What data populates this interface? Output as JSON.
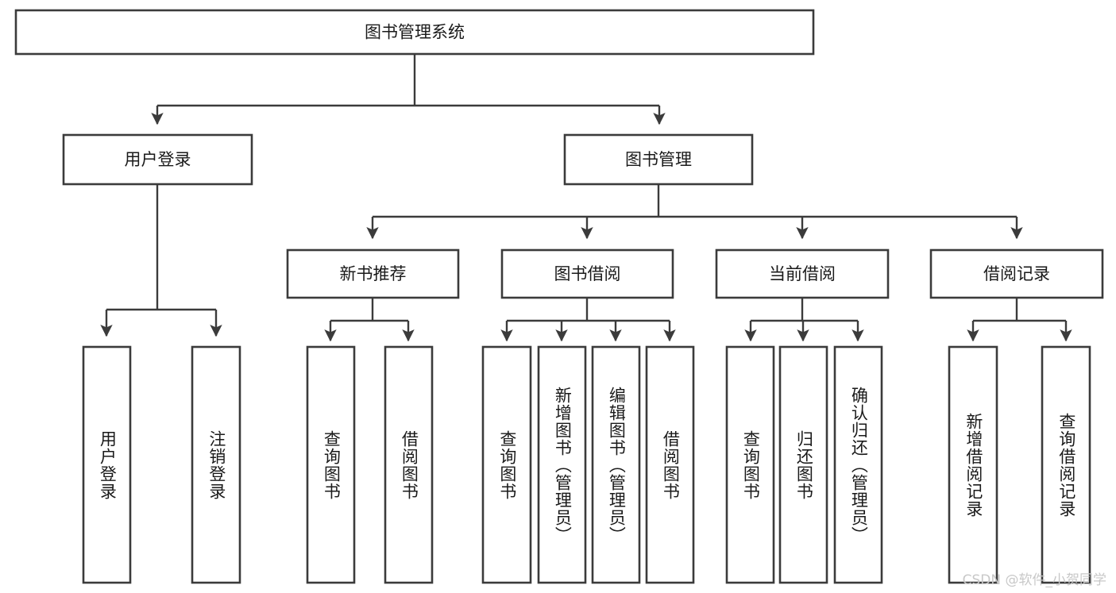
{
  "diagram": {
    "title": "图书管理系统",
    "type": "hierarchy-tree",
    "root": {
      "id": "root",
      "label": "图书管理系统"
    },
    "level2": [
      {
        "id": "user-login",
        "label": "用户登录"
      },
      {
        "id": "book-management",
        "label": "图书管理"
      }
    ],
    "level3": [
      {
        "id": "new-book-recommend",
        "label": "新书推荐",
        "parent": "book-management"
      },
      {
        "id": "book-borrow",
        "label": "图书借阅",
        "parent": "book-management"
      },
      {
        "id": "current-borrow",
        "label": "当前借阅",
        "parent": "book-management"
      },
      {
        "id": "borrow-record",
        "label": "借阅记录",
        "parent": "book-management"
      }
    ],
    "leaves": [
      {
        "id": "leaf-user-login",
        "label": "用户登录",
        "parent": "user-login"
      },
      {
        "id": "leaf-logout-login",
        "label": "注销登录",
        "parent": "user-login"
      },
      {
        "id": "leaf-query-book-1",
        "label": "查询图书",
        "parent": "new-book-recommend"
      },
      {
        "id": "leaf-borrow-book-1",
        "label": "借阅图书",
        "parent": "new-book-recommend"
      },
      {
        "id": "leaf-query-book-2",
        "label": "查询图书",
        "parent": "book-borrow"
      },
      {
        "id": "leaf-add-book",
        "label": "新增图书（管理员）",
        "parent": "book-borrow"
      },
      {
        "id": "leaf-edit-book",
        "label": "编辑图书（管理员）",
        "parent": "book-borrow"
      },
      {
        "id": "leaf-borrow-book-2",
        "label": "借阅图书",
        "parent": "book-borrow"
      },
      {
        "id": "leaf-query-book-3",
        "label": "查询图书",
        "parent": "current-borrow"
      },
      {
        "id": "leaf-return-book",
        "label": "归还图书",
        "parent": "current-borrow"
      },
      {
        "id": "leaf-confirm-return",
        "label": "确认归还（管理员）",
        "parent": "current-borrow"
      },
      {
        "id": "leaf-add-record",
        "label": "新增借阅记录",
        "parent": "borrow-record"
      },
      {
        "id": "leaf-query-record",
        "label": "查询借阅记录",
        "parent": "borrow-record"
      }
    ]
  },
  "watermark": {
    "text": "CSDN @软件_小贺同学"
  },
  "colors": {
    "stroke": "#3b3b3b",
    "box_fill": "#ffffff",
    "text": "#1a1a1a",
    "background": "#ffffff",
    "watermark": "#c8c8c8"
  }
}
